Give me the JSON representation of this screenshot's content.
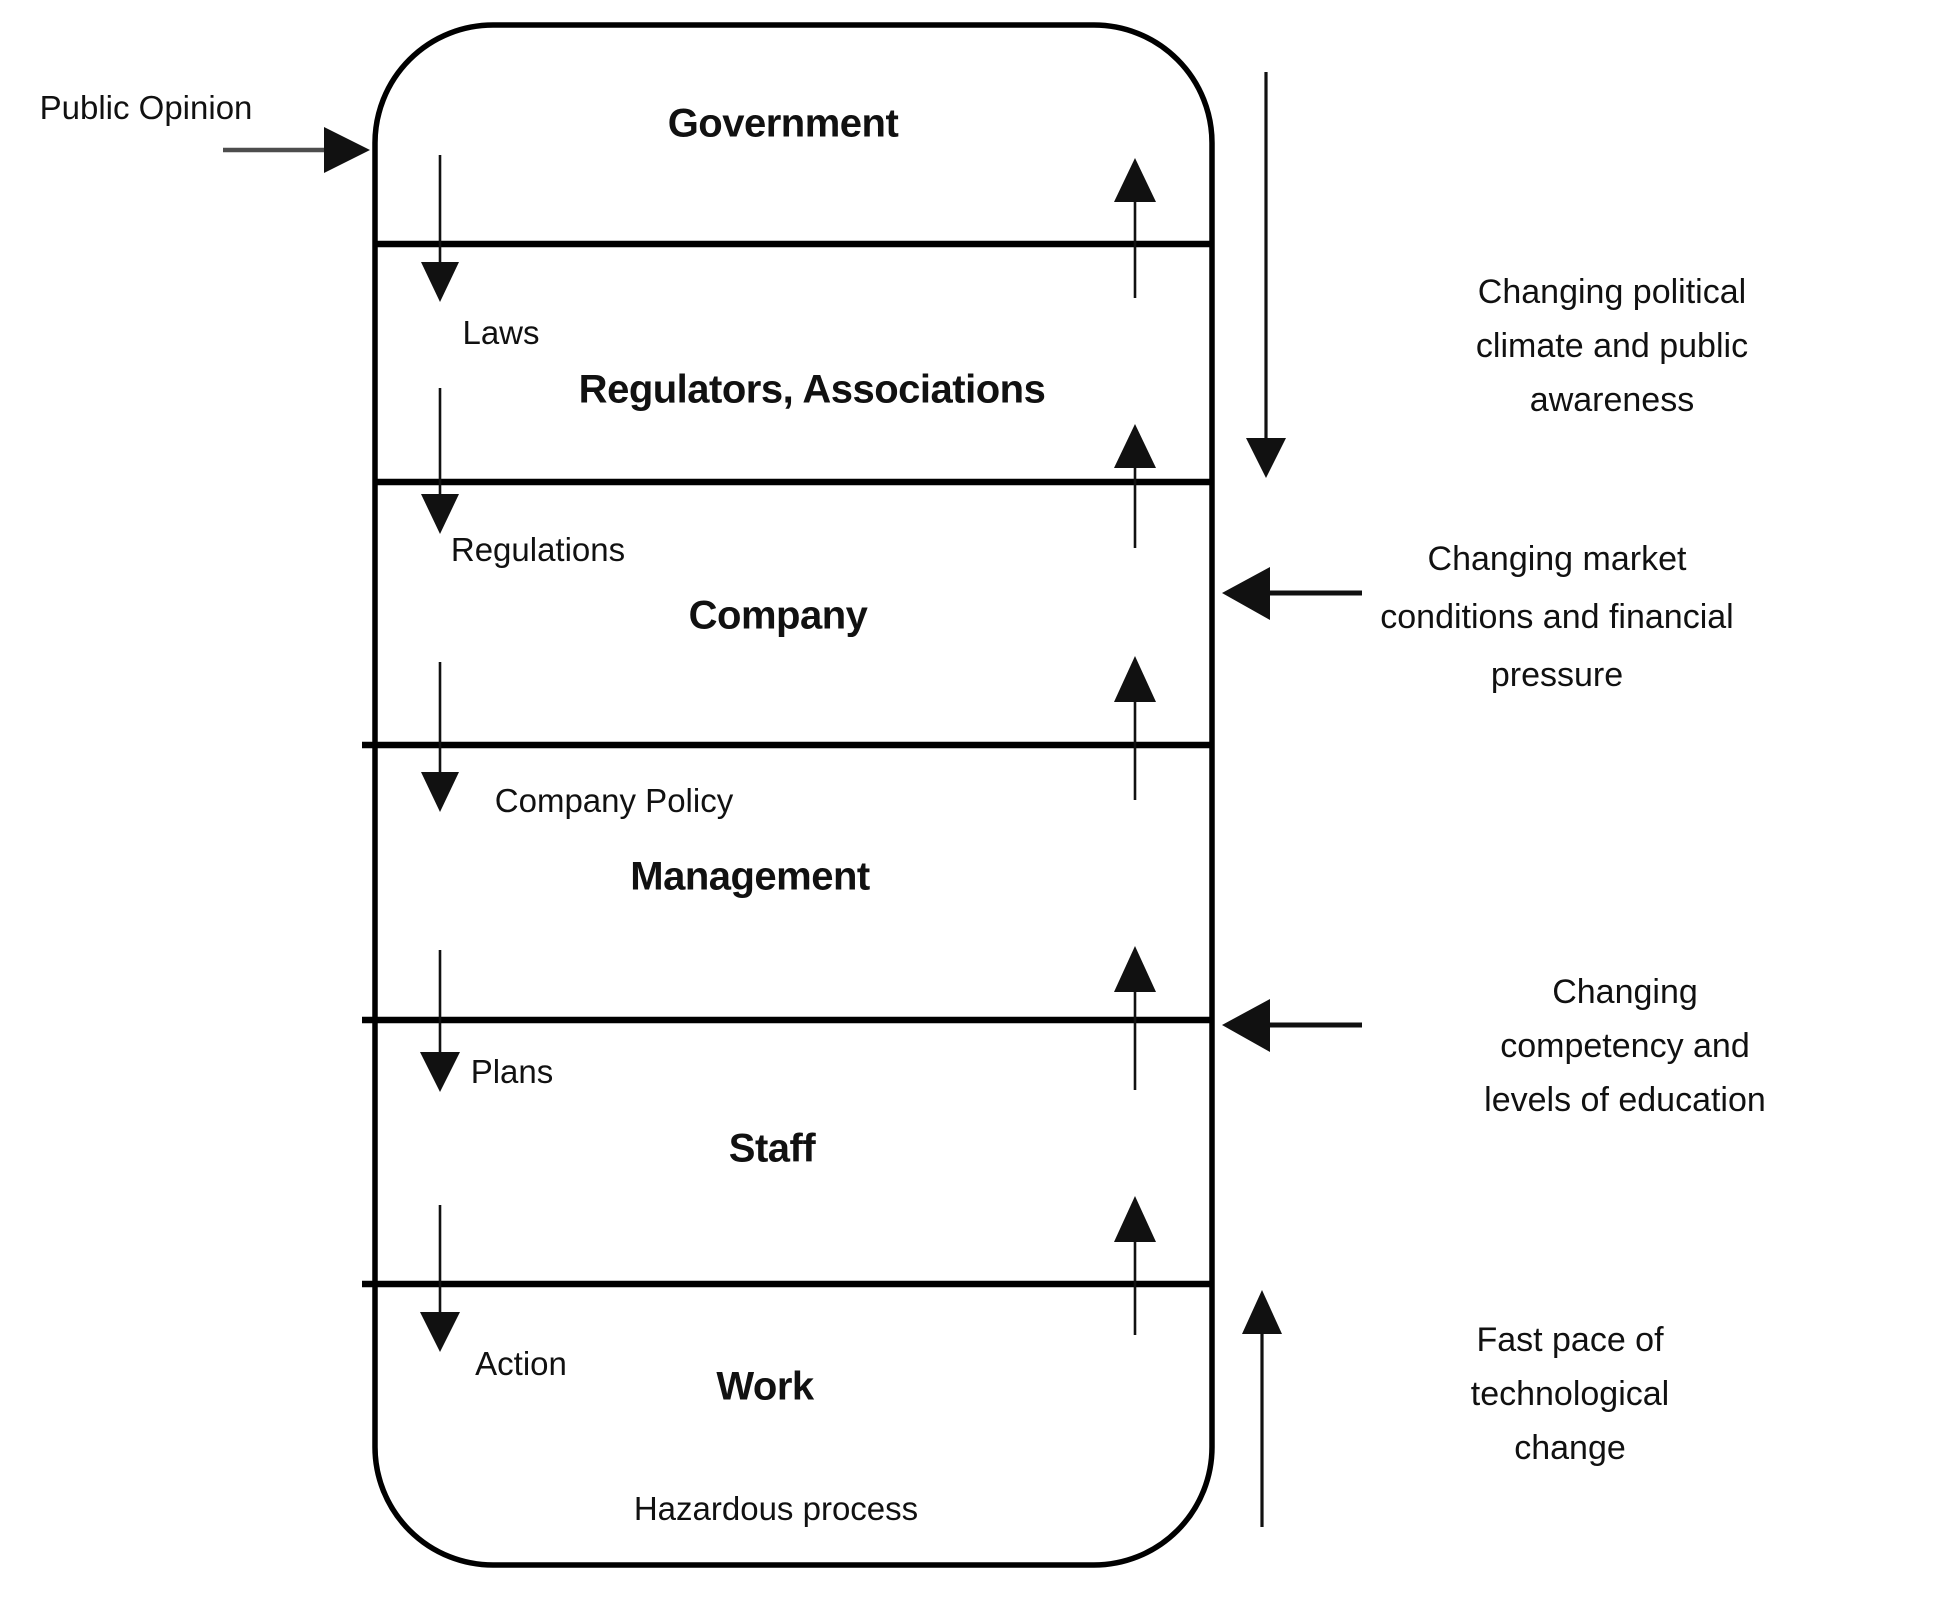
{
  "colors": {
    "ink": "#111111",
    "line": "#000000",
    "background": "#ffffff",
    "public_opinion_shaft": "#4d4d4d"
  },
  "external_left": {
    "label": "Public Opinion"
  },
  "stack": {
    "levels": [
      {
        "title": "Government"
      },
      {
        "title": "Regulators, Associations"
      },
      {
        "title": "Company"
      },
      {
        "title": "Management"
      },
      {
        "title": "Staff"
      },
      {
        "title": "Work"
      }
    ],
    "flow_down_labels": [
      "Laws",
      "Regulations",
      "Company Policy",
      "Plans",
      "Action"
    ],
    "footer_label": "Hazardous process"
  },
  "right_annotations": [
    {
      "text": "Changing political climate and public\nawareness"
    },
    {
      "text": "Changing market\nconditions and financial\npressure"
    },
    {
      "text": "Changing competency and\nlevels of education"
    },
    {
      "text": "Fast pace of technological\nchange"
    }
  ]
}
